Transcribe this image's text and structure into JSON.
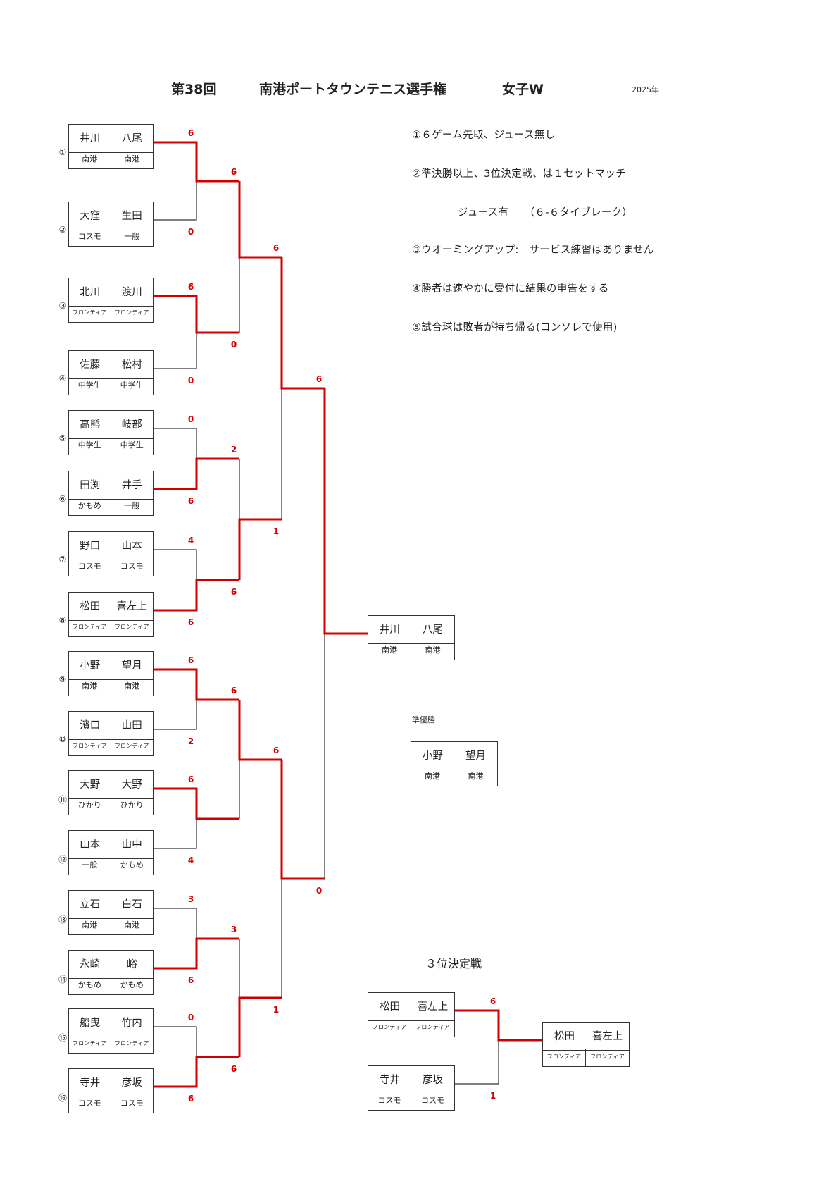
{
  "header": {
    "edition": "第38回",
    "tournament": "南港ポートタウンテニス選手権",
    "category": "女子W",
    "year": "2025年"
  },
  "rules": [
    "①６ゲーム先取、ジュース無し",
    "②準決勝以上、3位決定戦、は１セットマッチ",
    "ジュース有　　（６-６タイブレーク）",
    "③ウオーミングアップ:　サービス練習はありません",
    "④勝者は速やかに受付に結果の申告をする",
    "⑤試合球は敗者が持ち帰る(コンソレで使用)"
  ],
  "entries": [
    {
      "seed": "①",
      "p1": "井川",
      "p2": "八尾",
      "c1": "南港",
      "c2": "南港"
    },
    {
      "seed": "②",
      "p1": "大窪",
      "p2": "生田",
      "c1": "コスモ",
      "c2": "一般"
    },
    {
      "seed": "③",
      "p1": "北川",
      "p2": "渡川",
      "c1": "フロンティア",
      "c2": "フロンティア"
    },
    {
      "seed": "④",
      "p1": "佐藤",
      "p2": "松村",
      "c1": "中学生",
      "c2": "中学生"
    },
    {
      "seed": "⑤",
      "p1": "高熊",
      "p2": "岐部",
      "c1": "中学生",
      "c2": "中学生"
    },
    {
      "seed": "⑥",
      "p1": "田渕",
      "p2": "井手",
      "c1": "かもめ",
      "c2": "一般"
    },
    {
      "seed": "⑦",
      "p1": "野口",
      "p2": "山本",
      "c1": "コスモ",
      "c2": "コスモ"
    },
    {
      "seed": "⑧",
      "p1": "松田",
      "p2": "喜左上",
      "c1": "フロンティア",
      "c2": "フロンティア"
    },
    {
      "seed": "⑨",
      "p1": "小野",
      "p2": "望月",
      "c1": "南港",
      "c2": "南港"
    },
    {
      "seed": "⑩",
      "p1": "濱口",
      "p2": "山田",
      "c1": "フロンティア",
      "c2": "フロンティア"
    },
    {
      "seed": "⑪",
      "p1": "大野",
      "p2": "大野",
      "c1": "ひかり",
      "c2": "ひかり"
    },
    {
      "seed": "⑫",
      "p1": "山本",
      "p2": "山中",
      "c1": "一般",
      "c2": "かもめ"
    },
    {
      "seed": "⑬",
      "p1": "立石",
      "p2": "白石",
      "c1": "南港",
      "c2": "南港"
    },
    {
      "seed": "⑭",
      "p1": "永崎",
      "p2": "峪",
      "c1": "かもめ",
      "c2": "かもめ"
    },
    {
      "seed": "⑮",
      "p1": "船曳",
      "p2": "竹内",
      "c1": "フロンティア",
      "c2": "フロンティア"
    },
    {
      "seed": "⑯",
      "p1": "寺井",
      "p2": "彦坂",
      "c1": "コスモ",
      "c2": "コスモ"
    }
  ],
  "scores": {
    "r1": [
      "6",
      "0",
      "6",
      "0",
      "0",
      "6",
      "4",
      "6",
      "6",
      "2",
      "6",
      "4",
      "3",
      "6",
      "0",
      "6"
    ],
    "r2": [
      "6",
      "0",
      "2",
      "6",
      "6",
      "",
      "3",
      "6"
    ],
    "r3": [
      "6",
      "1",
      "6",
      "1"
    ],
    "sf": [
      "6",
      "0"
    ]
  },
  "champion": {
    "p1": "井川",
    "p2": "八尾",
    "c1": "南港",
    "c2": "南港"
  },
  "runner_up": {
    "label": "準優勝",
    "p1": "小野",
    "p2": "望月",
    "c1": "南港",
    "c2": "南港"
  },
  "third_place": {
    "label": "３位決定戦",
    "teamA": {
      "p1": "松田",
      "p2": "喜左上",
      "c1": "フロンティア",
      "c2": "フロンティア",
      "score": "6"
    },
    "teamB": {
      "p1": "寺井",
      "p2": "彦坂",
      "c1": "コスモ",
      "c2": "コスモ",
      "score": "1"
    },
    "winner": {
      "p1": "松田",
      "p2": "喜左上",
      "c1": "フロンティア",
      "c2": "フロンティア"
    }
  },
  "colors": {
    "winner_line": "#d00000",
    "loser_line": "#333333",
    "score": "#d00000"
  }
}
